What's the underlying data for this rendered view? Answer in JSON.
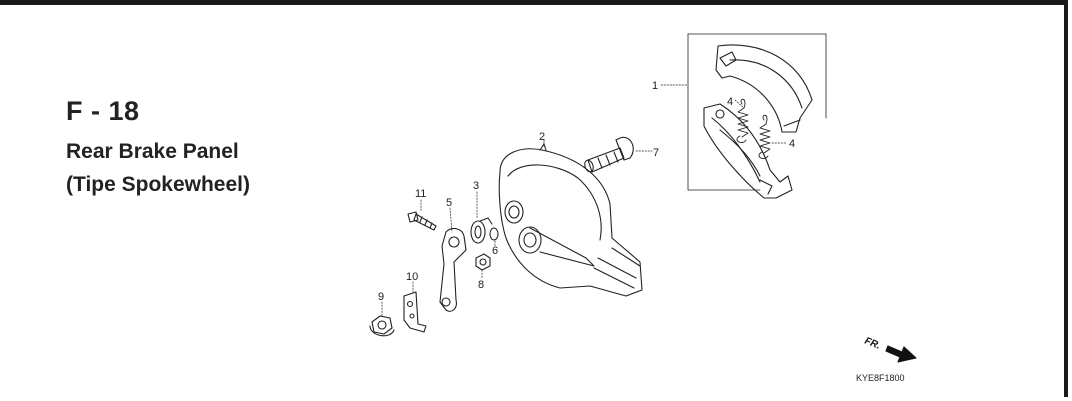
{
  "section": "F - 18",
  "title_line1": "Rear Brake Panel",
  "title_line2": "(Tipe Spokewheel)",
  "diagram_code": "KYE8F1800",
  "direction_label": "FR.",
  "callouts": {
    "n1": "1",
    "n2": "2",
    "n3": "3",
    "n4a": "4",
    "n4b": "4",
    "n5": "5",
    "n6": "6",
    "n7": "7",
    "n8": "8",
    "n9": "9",
    "n10": "10",
    "n11": "11"
  }
}
